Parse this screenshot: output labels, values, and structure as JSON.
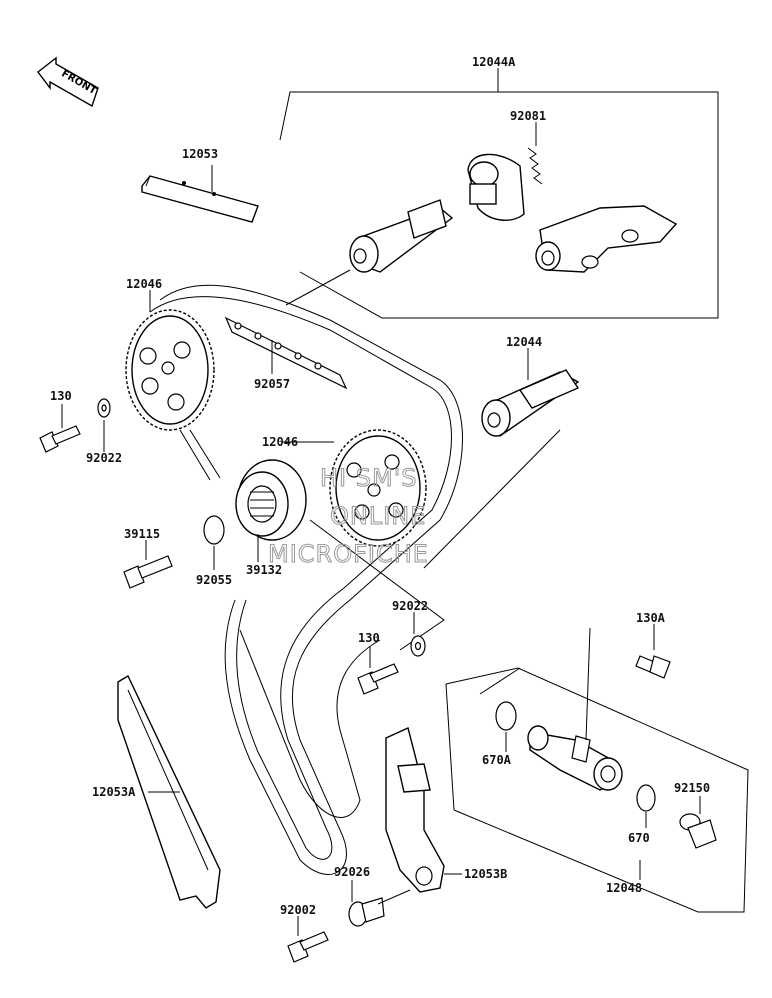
{
  "orientation": {
    "front_label": "FRONT"
  },
  "watermark": {
    "line1": "HI SM'S",
    "line2": "ONLINE",
    "line3": "MICROFICHE"
  },
  "labels": {
    "p12044A": "12044A",
    "p92081": "92081",
    "p12053": "12053",
    "p12046_top": "12046",
    "p130_left": "130",
    "p92022_left": "92022",
    "p92057": "92057",
    "p12044": "12044",
    "p12046_mid": "12046",
    "p39115": "39115",
    "p92055": "92055",
    "p39132": "39132",
    "p92022_mid": "92022",
    "p130_mid": "130",
    "p130A": "130A",
    "p12053A": "12053A",
    "p670A": "670A",
    "p92150": "92150",
    "p670": "670",
    "p12048": "12048",
    "p92026": "92026",
    "p12053B": "12053B",
    "p92002": "92002"
  }
}
